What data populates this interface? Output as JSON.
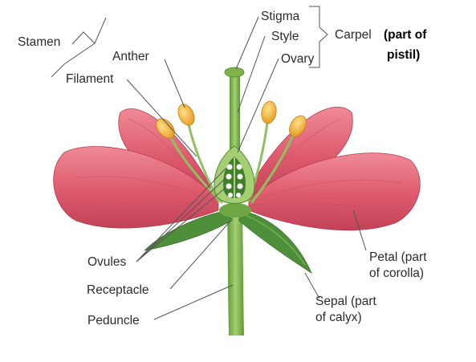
{
  "labels": {
    "stamen": "Stamen",
    "anther": "Anther",
    "filament": "Filament",
    "stigma": "Stigma",
    "style": "Style",
    "ovary": "Ovary",
    "carpel": "Carpel",
    "carpel_note_line1": "(part of",
    "carpel_note_line2": "pistil)",
    "ovules": "Ovules",
    "receptacle": "Receptacle",
    "peduncle": "Peduncle",
    "petal_line1": "Petal (part",
    "petal_line2": "of corolla)",
    "sepal_line1": "Sepal (part",
    "sepal_line2": "of calyx)"
  },
  "colors": {
    "petal": "#dd5a6c",
    "petal_light": "#f08f9b",
    "petal_dark": "#b8394e",
    "stem": "#7fb24a",
    "stem_dark": "#4f8a2c",
    "sepal": "#4e8f3a",
    "anther": "#f2b233",
    "ovary": "#8fc062",
    "ovule": "#ffffff",
    "leader_line": "#555555"
  }
}
